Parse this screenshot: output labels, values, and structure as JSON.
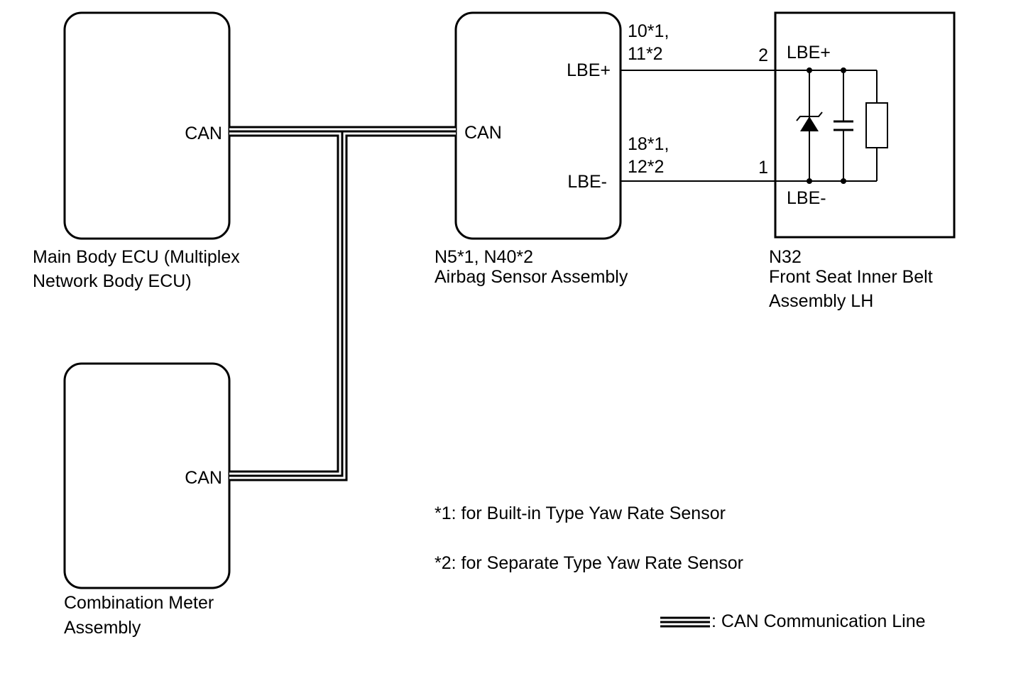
{
  "main_body_ecu": {
    "pin_can": "CAN",
    "caption_line1": "Main Body ECU (Multiplex",
    "caption_line2": "Network Body ECU)"
  },
  "combination_meter": {
    "pin_can": "CAN",
    "caption_line1": "Combination Meter",
    "caption_line2": "Assembly"
  },
  "airbag_sensor": {
    "pin_can": "CAN",
    "pin_lbe_plus": "LBE+",
    "pin_lbe_minus": "LBE-",
    "pin_no_plus_line1": "10*1,",
    "pin_no_plus_line2": "11*2",
    "pin_no_minus_line1": "18*1,",
    "pin_no_minus_line2": "12*2",
    "caption_line1": "N5*1, N40*2",
    "caption_line2": "Airbag Sensor Assembly"
  },
  "front_seat_belt": {
    "pin_lbe_plus": "LBE+",
    "pin_lbe_minus": "LBE-",
    "pin_no_plus": "2",
    "pin_no_minus": "1",
    "caption_line1": "N32",
    "caption_line2": "Front Seat Inner Belt",
    "caption_line3": "Assembly LH"
  },
  "notes": {
    "note1": "*1: for Built-in Type Yaw Rate Sensor",
    "note2": "*2: for Separate Type Yaw Rate Sensor"
  },
  "legend": {
    "can_line": ": CAN Communication Line"
  }
}
